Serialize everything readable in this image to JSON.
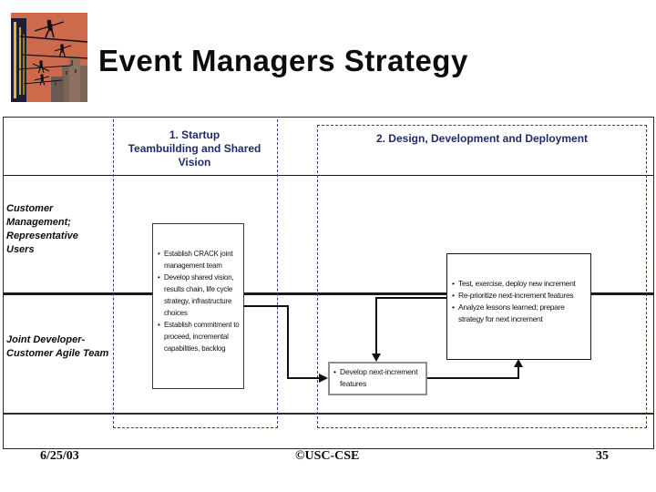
{
  "header": {
    "title": "Event Managers Strategy",
    "art_description": "tightrope-walkers-city-art"
  },
  "diagram": {
    "bullet_char": "•",
    "phase1": {
      "label": "1. Startup\nTeambuilding and Shared\nVision"
    },
    "phase2": {
      "label": "2. Design, Development and Deployment"
    },
    "lane1": {
      "label": "Customer\nManagement;\nRepresentative\nUsers"
    },
    "lane2": {
      "label": "Joint Developer-\nCustomer Agile Team"
    },
    "startup_box": {
      "bullets": [
        "Establish CRACK joint management team",
        "Develop shared vision, results chain, life cycle strategy, infrastructure choices",
        "Establish commitment to proceed, incremental capabilities, backlog"
      ]
    },
    "develop_box": {
      "bullets": [
        "Develop next-increment features"
      ]
    },
    "deploy_box": {
      "bullets": [
        "Test, exercise, deploy new increment",
        "Re-prioritize next-increment features",
        "Analyze lessons learned; prepare strategy for next increment"
      ]
    }
  },
  "footer": {
    "date": "6/25/03",
    "copyright": "©USC-CSE",
    "page_number": "35"
  },
  "colors": {
    "phase_header_text": "#232a6b",
    "dashed_border": "#3b3b78",
    "line": "#1a1a1a",
    "develop_box_border": "#8f8f8f",
    "art_orange": "#cd6a4c",
    "art_building_dark": "#1e1e38",
    "art_window_yellow": "#e3b83a",
    "art_city_brown": "#7a6458"
  }
}
